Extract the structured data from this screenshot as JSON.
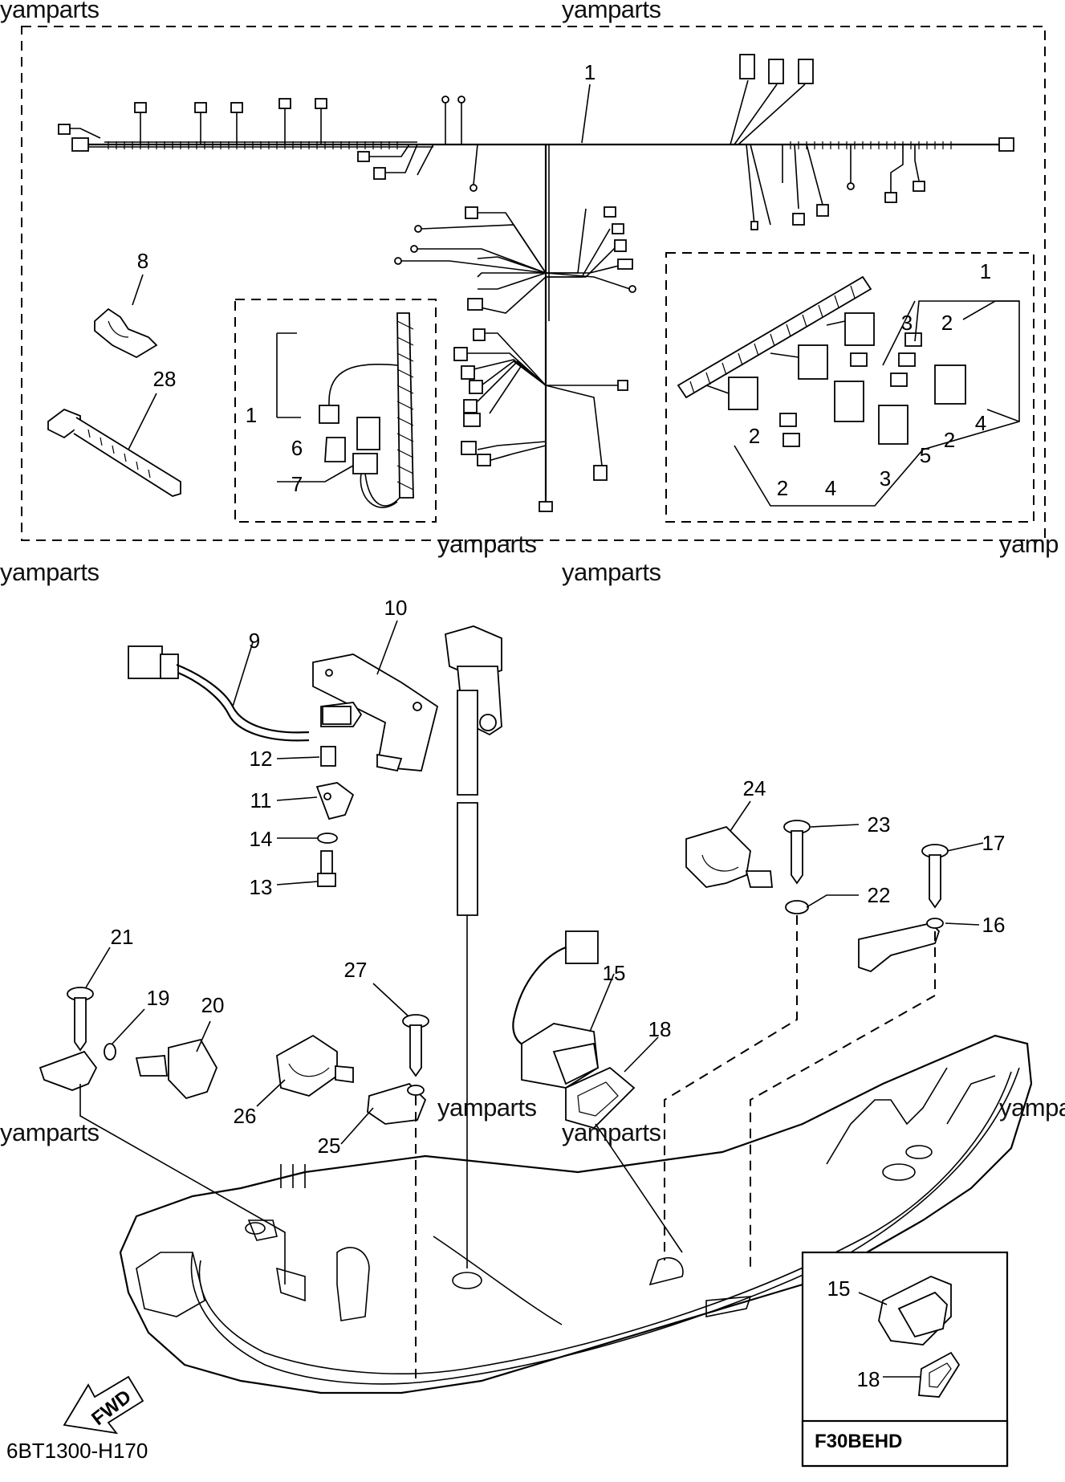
{
  "watermarks": [
    {
      "id": "wm-1",
      "text": "yamparts"
    },
    {
      "id": "wm-2",
      "text": "yamparts"
    },
    {
      "id": "wm-3",
      "text": "yamparts"
    },
    {
      "id": "wm-4",
      "text": "yamparts"
    },
    {
      "id": "wm-5",
      "text": "yamparts"
    },
    {
      "id": "wm-6",
      "text": "yamparts"
    },
    {
      "id": "wm-7",
      "text": "yamparts"
    },
    {
      "id": "wm-8",
      "text": "yamparts"
    },
    {
      "id": "wm-9",
      "text": "yamparts"
    },
    {
      "id": "wm-10",
      "text": "yamp"
    }
  ],
  "callouts": {
    "c1_main": "1",
    "c1_left": "1",
    "c1_right": "1",
    "c2_a": "2",
    "c2_b": "2",
    "c2_c": "2",
    "c2_d": "2",
    "c3_a": "3",
    "c3_b": "3",
    "c4_a": "4",
    "c4_b": "4",
    "c5": "5",
    "c6": "6",
    "c7": "7",
    "c8": "8",
    "c9": "9",
    "c10": "10",
    "c11": "11",
    "c12": "12",
    "c13": "13",
    "c14": "14",
    "c15": "15",
    "c15_inset": "15",
    "c16": "16",
    "c17": "17",
    "c18": "18",
    "c18_inset": "18",
    "c19": "19",
    "c20": "20",
    "c21": "21",
    "c22": "22",
    "c23": "23",
    "c24": "24",
    "c25": "25",
    "c26": "26",
    "c27": "27",
    "c28": "28"
  },
  "fwd_label": "FWD",
  "diagram_code": "6BT1300-H170",
  "model_label": "F30BEHD"
}
